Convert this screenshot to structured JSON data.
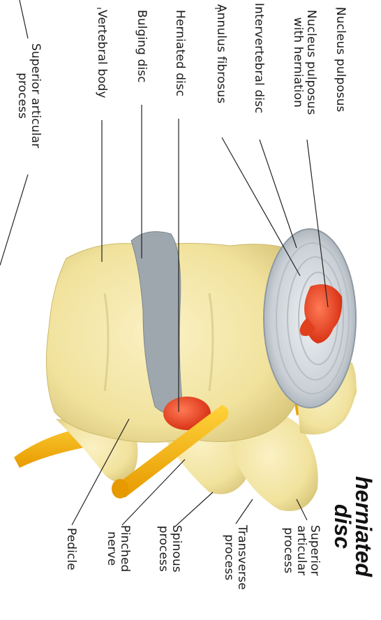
{
  "title": "herniated\ndisc",
  "labels": {
    "nucleus_pulposus": "Nucleus pulposus",
    "nucleus_herniation": "Nucleus pulposus\nwith herniation",
    "intervertebral_disc": "Intervertebral disc",
    "annulus_fibrosus": "Annulus fibrosus",
    "herniated_disc": "Herniated disc",
    "bulging_disc": "Bulging disc",
    "vertebral_body": "Vertebral body",
    "superior_articular_left": "Superior articular\nprocess",
    "superior_articular_bottom": "Superior\narticular\nprocess",
    "transverse_process": "Transverse\nprocess",
    "spinous_process": "Spinous\nprocess",
    "pinched_nerve": "Pinched\nnerve",
    "pedicle": "Pedicle"
  },
  "colors": {
    "bone": "#f4e7a6",
    "bone_shadow": "#d9c77b",
    "disc": "#9aa3ab",
    "disc_light": "#d6dbe0",
    "nucleus": "#e8431f",
    "nerve": "#f7b500",
    "line": "#222222"
  }
}
